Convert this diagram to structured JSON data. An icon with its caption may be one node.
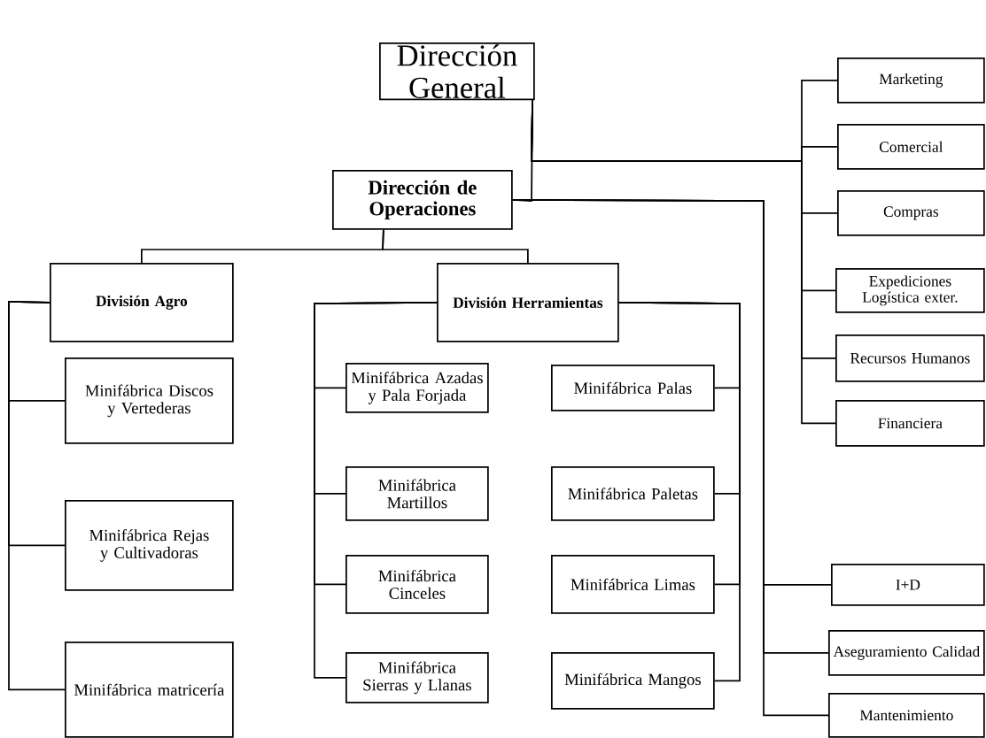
{
  "diagram": {
    "nodes": [
      {
        "text": [
          "Dirección General"
        ]
      },
      {
        "text": [
          "Dirección de Operaciones"
        ]
      },
      {
        "text": [
          "Marketing"
        ]
      },
      {
        "text": [
          "Comercial"
        ]
      },
      {
        "text": [
          "Compras"
        ]
      },
      {
        "text": [
          "Expediciones Logística exter."
        ]
      },
      {
        "text": [
          "Recursos Humanos"
        ]
      },
      {
        "text": [
          "Financiera"
        ]
      },
      {
        "text": [
          "I+D"
        ]
      },
      {
        "text": [
          "Aseguramiento Calidad"
        ]
      },
      {
        "text": [
          "Mantenimiento"
        ]
      },
      {
        "text": [
          "División Agro"
        ]
      },
      {
        "text": [
          "División Herramientas"
        ]
      },
      {
        "text": [
          "Minifábrica Discos y Vertederas"
        ]
      },
      {
        "text": [
          "Minifábrica Rejas y Cultivadoras"
        ]
      },
      {
        "text": [
          "Minifábrica matricería"
        ]
      },
      {
        "text": [
          "Minifábrica Azadas y Pala Forjada"
        ]
      },
      {
        "text": [
          "Minifábrica Martillos"
        ]
      },
      {
        "text": [
          "Minifábrica Cinceles"
        ]
      },
      {
        "text": [
          "Minifábrica Sierras y Llanas"
        ]
      },
      {
        "text": [
          "Minifábrica Palas"
        ]
      },
      {
        "text": [
          "Minifábrica Paletas"
        ]
      },
      {
        "text": [
          "Minifábrica Limas"
        ]
      },
      {
        "text": [
          "Minifábrica Mangos"
        ]
      }
    ],
    "edges": [
      {
        "from": 0,
        "to": 1,
        "arrow": "none"
      },
      {
        "from": 0,
        "to": 2,
        "arrow": "none"
      },
      {
        "from": 0,
        "to": 3,
        "arrow": "none"
      },
      {
        "from": 0,
        "to": 4,
        "arrow": "none"
      },
      {
        "from": 0,
        "to": 5,
        "arrow": "none"
      },
      {
        "from": 0,
        "to": 6,
        "arrow": "none"
      },
      {
        "from": 0,
        "to": 7,
        "arrow": "none"
      },
      {
        "from": 1,
        "to": 8,
        "arrow": "none"
      },
      {
        "from": 1,
        "to": 9,
        "arrow": "none"
      },
      {
        "from": 1,
        "to": 10,
        "arrow": "none"
      },
      {
        "from": 1,
        "to": 11,
        "arrow": "none"
      },
      {
        "from": 1,
        "to": 12,
        "arrow": "none"
      },
      {
        "from": 11,
        "to": 13,
        "arrow": "none"
      },
      {
        "from": 11,
        "to": 14,
        "arrow": "none"
      },
      {
        "from": 11,
        "to": 15,
        "arrow": "none"
      },
      {
        "from": 12,
        "to": 16,
        "arrow": "none"
      },
      {
        "from": 12,
        "to": 17,
        "arrow": "none"
      },
      {
        "from": 12,
        "to": 18,
        "arrow": "none"
      },
      {
        "from": 12,
        "to": 19,
        "arrow": "none"
      },
      {
        "from": 12,
        "to": 20,
        "arrow": "none"
      },
      {
        "from": 12,
        "to": 21,
        "arrow": "none"
      },
      {
        "from": 12,
        "to": 22,
        "arrow": "none"
      },
      {
        "from": 12,
        "to": 23,
        "arrow": "none"
      }
    ]
  }
}
